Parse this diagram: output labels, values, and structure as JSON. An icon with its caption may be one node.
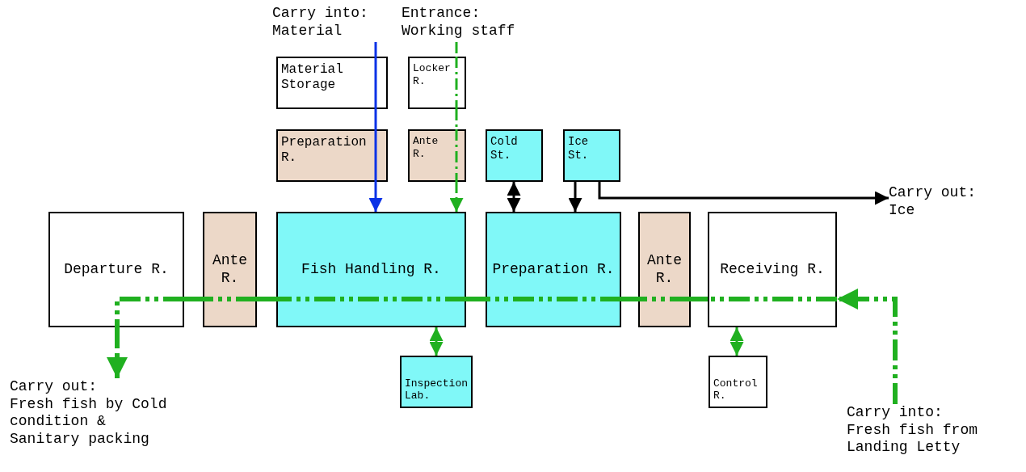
{
  "diagram": {
    "nodes": [
      {
        "text": [
          "Carry into:",
          "Material"
        ]
      },
      {
        "text": [
          "Entrance:",
          "Working staff"
        ]
      },
      {
        "text": [
          "Material Storage"
        ]
      },
      {
        "text": [
          "Locker R."
        ]
      },
      {
        "text": [
          "Preparation R."
        ]
      },
      {
        "text": [
          "Ante R."
        ]
      },
      {
        "text": [
          "Cold St."
        ]
      },
      {
        "text": [
          "Ice St."
        ]
      },
      {
        "text": [
          "Departure R."
        ]
      },
      {
        "text": [
          "Ante R."
        ]
      },
      {
        "text": [
          "Fish Handling R."
        ]
      },
      {
        "text": [
          "Preparation R."
        ]
      },
      {
        "text": [
          "Ante R."
        ]
      },
      {
        "text": [
          "Receiving R."
        ]
      },
      {
        "text": [
          "Carry out:",
          "Ice"
        ]
      },
      {
        "text": [
          "Inspection Lab."
        ]
      },
      {
        "text": [
          "Control R."
        ]
      },
      {
        "text": [
          "Carry out:",
          "Fresh fish by Cold condition & Sanitary packing"
        ]
      },
      {
        "text": [
          "Carry into:",
          "Fresh fish from Landing Letty"
        ]
      }
    ],
    "edges": [
      {
        "from": 0,
        "to": 2,
        "arrow": "none",
        "color": "#0a32e6"
      },
      {
        "from": 2,
        "to": 4,
        "arrow": "none",
        "color": "#0a32e6"
      },
      {
        "from": 4,
        "to": 10,
        "arrow": "to",
        "color": "#0a32e6"
      },
      {
        "from": 1,
        "to": 3,
        "arrow": "none",
        "style": "dashed"
      },
      {
        "from": 3,
        "to": 5,
        "arrow": "none",
        "style": "dashed"
      },
      {
        "from": 5,
        "to": 10,
        "arrow": "to",
        "style": "dashed"
      },
      {
        "from": 6,
        "to": 11,
        "arrow": "both",
        "color": "#000000"
      },
      {
        "from": 7,
        "to": 11,
        "arrow": "to",
        "color": "#000000"
      },
      {
        "from": 7,
        "to": 14,
        "arrow": "to",
        "color": "#000000"
      },
      {
        "from": 10,
        "to": 15,
        "arrow": "both"
      },
      {
        "from": 18,
        "to": 13,
        "arrow": "to",
        "style": "dashed"
      },
      {
        "from": 13,
        "to": 12,
        "arrow": "none",
        "style": "dashed"
      },
      {
        "from": 12,
        "to": 11,
        "arrow": "none",
        "style": "dashed"
      },
      {
        "from": 11,
        "to": 10,
        "arrow": "none",
        "style": "dashed"
      },
      {
        "from": 10,
        "to": 9,
        "arrow": "none",
        "style": "dashed"
      },
      {
        "from": 9,
        "to": 8,
        "arrow": "none",
        "style": "dashed"
      },
      {
        "from": 8,
        "to": 17,
        "arrow": "to",
        "style": "dashed"
      },
      {
        "from": 13,
        "to": 16,
        "arrow": "both"
      }
    ]
  }
}
